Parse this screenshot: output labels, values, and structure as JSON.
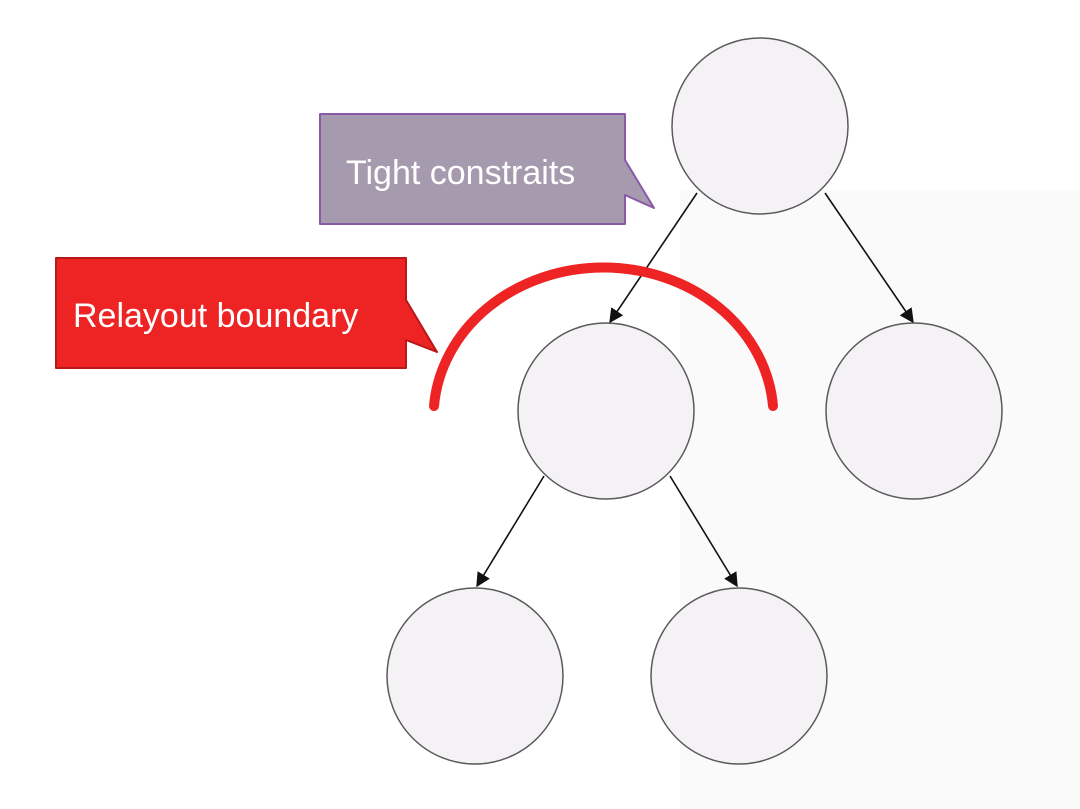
{
  "callouts": {
    "tight_constraints": {
      "text": "Tight constraits",
      "fill": "#a59aae",
      "stroke": "#8a5aa8"
    },
    "relayout_boundary": {
      "text": "Relayout boundary",
      "fill": "#ee2424",
      "stroke": "#b81818"
    }
  },
  "boundary_arc": {
    "color": "#ee2424"
  },
  "tree": {
    "nodes": [
      "root",
      "left-child",
      "right-child",
      "left-grandchild",
      "right-grandchild"
    ],
    "edges": [
      [
        "root",
        "left-child"
      ],
      [
        "root",
        "right-child"
      ],
      [
        "left-child",
        "left-grandchild"
      ],
      [
        "left-child",
        "right-grandchild"
      ]
    ]
  }
}
